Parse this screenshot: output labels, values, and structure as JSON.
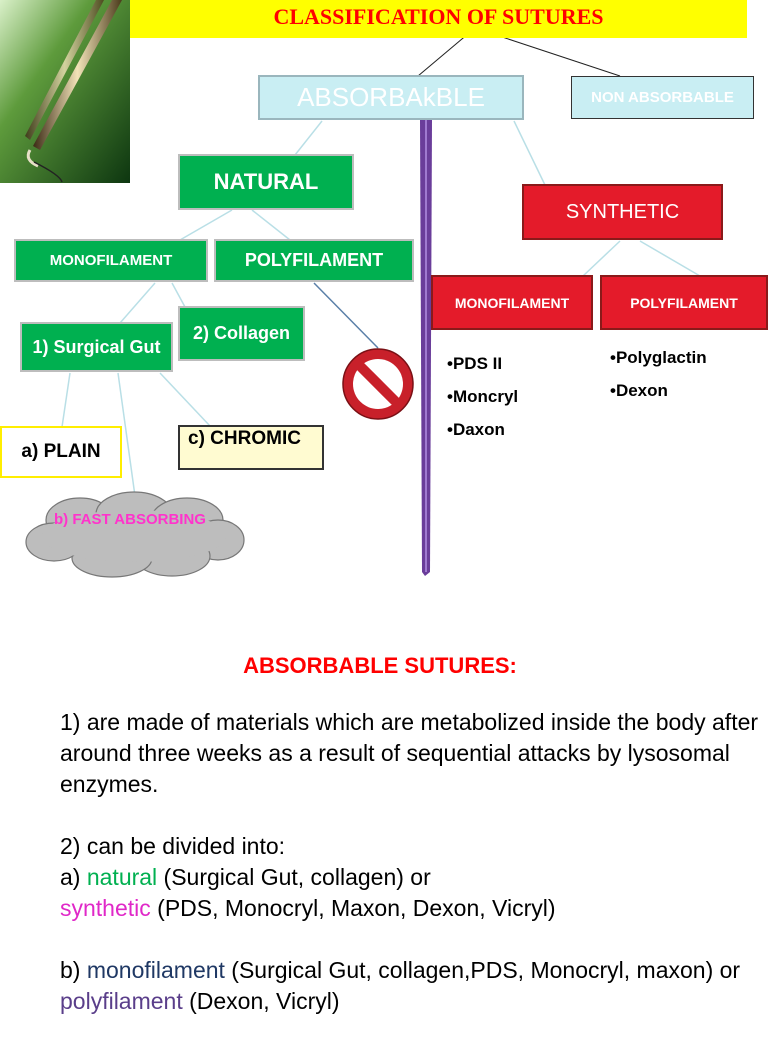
{
  "title": "CLASSIFICATION OF SUTURES",
  "nodes": {
    "absorbable": "ABSORBAkBLE",
    "non_absorbable": "NON ABSORBABLE",
    "natural": "NATURAL",
    "natural_monofilament": "MONOFILAMENT",
    "natural_polyfilament": "POLYFILAMENT",
    "surgical_gut": "1) Surgical Gut",
    "collagen": "2) Collagen",
    "plain": "a) PLAIN",
    "fast_absorbing": "b) FAST ABSORBING",
    "chromic": "c) CHROMIC",
    "synthetic": "SYNTHETIC",
    "synthetic_monofilament": "MONOFILAMENT",
    "synthetic_polyfilament": "POLYFILAMENT"
  },
  "synthetic_mono_list": [
    "•PDS II",
    "•Moncryl",
    "•Daxon"
  ],
  "synthetic_poly_list": [
    "•Polyglactin",
    "•Dexon"
  ],
  "text": {
    "heading": "ABSORBABLE SUTURES:",
    "p1": " 1) are made of materials which are metabolized inside the body after around three weeks as a result of sequential attacks by lysosomal enzymes.",
    "p2_intro": "2) can be divided into:",
    "p2a_prefix": "a) ",
    "p2a_word": "natural",
    "p2a_rest": " (Surgical Gut, collagen) or",
    "p2b_word": "synthetic",
    "p2b_rest": " (PDS, Monocryl, Maxon, Dexon, Vicryl)",
    "p3_prefix": "b) ",
    "p3_word1": "monofilament",
    "p3_mid": " (Surgical Gut, collagen,PDS, Monocryl, maxon) or ",
    "p3_word2": "polyfilament",
    "p3_rest": " (Dexon, Vicryl)"
  },
  "icons": [
    "needle-holder-photo",
    "prohibited-icon",
    "cloud-shape"
  ],
  "colors": {
    "title_bar": "#ffff00",
    "title_text": "#ff0000",
    "green_node": "#00b050",
    "red_node": "#e41b2a",
    "divider": "#6a3d9a"
  }
}
